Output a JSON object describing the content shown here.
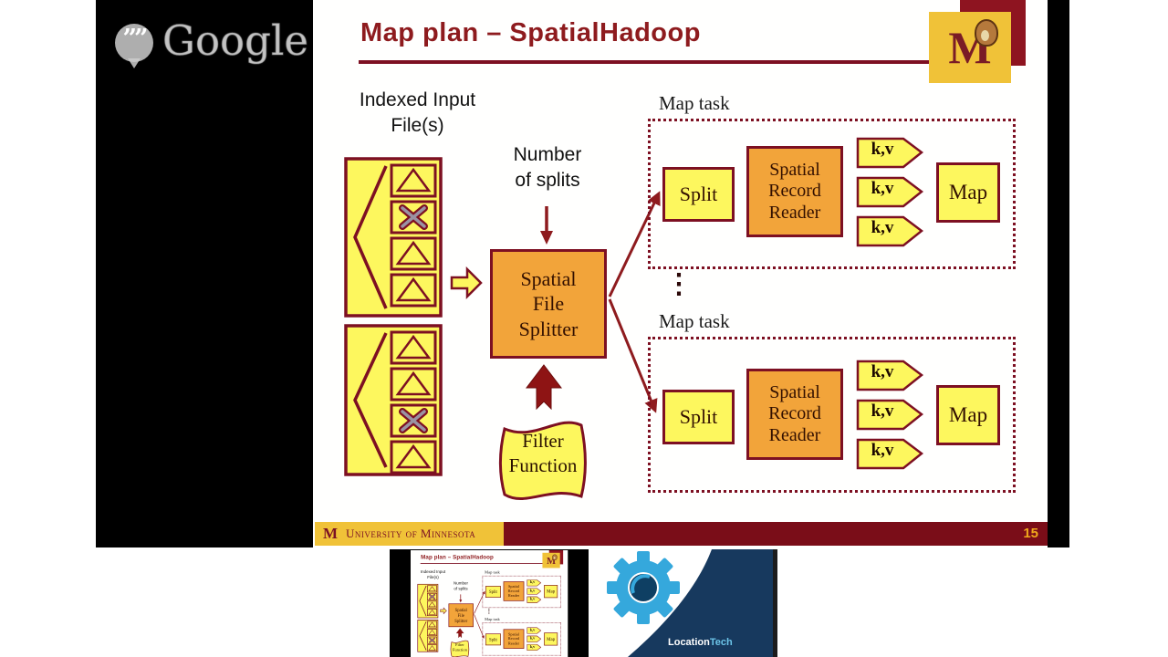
{
  "watermark": {
    "brand": "Google"
  },
  "main_slide": {
    "title": "Map plan – SpatialHadoop",
    "university_logo_letter": "M",
    "labels": {
      "indexed_input_1": "Indexed Input",
      "indexed_input_2": "File(s)",
      "splits_1": "Number",
      "splits_2": "of splits",
      "ellipsis": "⋮"
    },
    "file_boxes": [
      {
        "cells": [
          "triangle",
          "x",
          "triangle",
          "triangle"
        ]
      },
      {
        "cells": [
          "triangle",
          "triangle",
          "x",
          "triangle"
        ]
      }
    ],
    "splitter": {
      "l1": "Spatial",
      "l2": "File",
      "l3": "Splitter"
    },
    "filter": {
      "l1": "Filter",
      "l2": "Function"
    },
    "map_tasks": [
      {
        "label": "Map task",
        "split": "Split",
        "reader1": "Spatial",
        "reader2": "Record",
        "reader3": "Reader",
        "kv1": "k,v",
        "kv2": "k,v",
        "kv3": "k,v",
        "map": "Map"
      },
      {
        "label": "Map task",
        "split": "Split",
        "reader1": "Spatial",
        "reader2": "Record",
        "reader3": "Reader",
        "kv1": "k,v",
        "kv2": "k,v",
        "kv3": "k,v",
        "map": "Map"
      }
    ],
    "footer": {
      "logo_letter": "M",
      "org": "University of Minnesota",
      "page_number": "15"
    },
    "colors": {
      "maroon_border": "#7d1022",
      "title_red": "#8e1b1e",
      "box_yellow": "#fdf75e",
      "box_orange": "#f2a43a",
      "footer_gold": "#f0c238",
      "footer_maroon": "#7a0d18",
      "page_number_gold": "#f0a81c"
    }
  },
  "thumbnails": {
    "locationtech": {
      "part1": "Location",
      "part2": "Tech",
      "blue": "#35a8dc",
      "navy": "#17395e"
    }
  }
}
